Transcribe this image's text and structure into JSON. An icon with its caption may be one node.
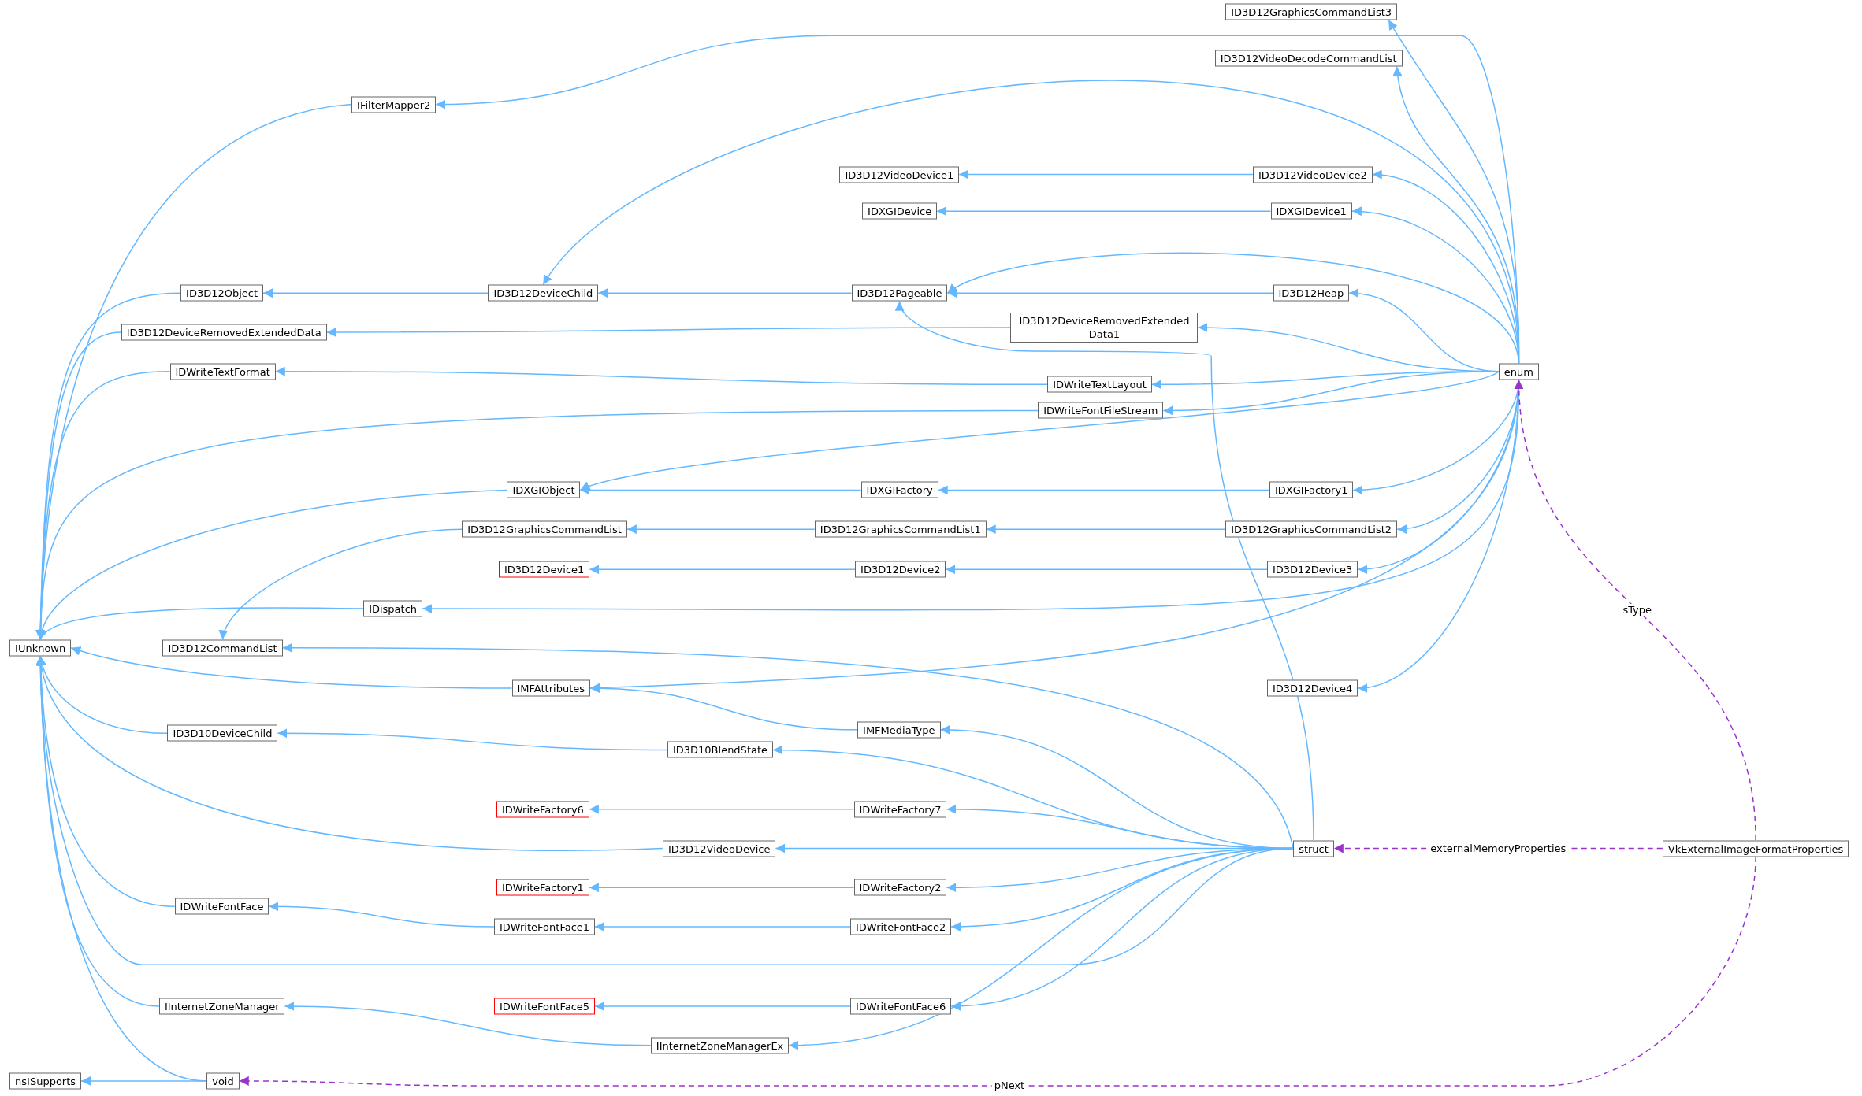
{
  "diagram": {
    "nodes": [
      {
        "text": [
          "ID3D12GraphicsCommandList3"
        ]
      },
      {
        "text": [
          "ID3D12VideoDecodeCommandList"
        ]
      },
      {
        "text": [
          "IFilterMapper2"
        ]
      },
      {
        "text": [
          "ID3D12VideoDevice1"
        ]
      },
      {
        "text": [
          "ID3D12VideoDevice2"
        ]
      },
      {
        "text": [
          "IDXGIDevice"
        ]
      },
      {
        "text": [
          "IDXGIDevice1"
        ]
      },
      {
        "text": [
          "ID3D12Object"
        ]
      },
      {
        "text": [
          "ID3D12DeviceChild"
        ]
      },
      {
        "text": [
          "ID3D12Pageable"
        ]
      },
      {
        "text": [
          "ID3D12Heap"
        ]
      },
      {
        "text": [
          "ID3D12DeviceRemovedExtendedData"
        ]
      },
      {
        "text": [
          "ID3D12DeviceRemovedExtended Data1"
        ]
      },
      {
        "text": [
          "IDWriteTextFormat"
        ]
      },
      {
        "text": [
          "IDWriteTextLayout"
        ]
      },
      {
        "text": [
          "enum"
        ]
      },
      {
        "text": [
          "IDWriteFontFileStream"
        ]
      },
      {
        "text": [
          "IDXGIObject"
        ]
      },
      {
        "text": [
          "IDXGIFactory"
        ]
      },
      {
        "text": [
          "IDXGIFactory1"
        ]
      },
      {
        "text": [
          "ID3D12GraphicsCommandList"
        ]
      },
      {
        "text": [
          "ID3D12GraphicsCommandList1"
        ]
      },
      {
        "text": [
          "ID3D12GraphicsCommandList2"
        ]
      },
      {
        "text": [
          "ID3D12Device1"
        ]
      },
      {
        "text": [
          "ID3D12Device2"
        ]
      },
      {
        "text": [
          "ID3D12Device3"
        ]
      },
      {
        "text": [
          "IDispatch"
        ]
      },
      {
        "text": [
          "IUnknown"
        ]
      },
      {
        "text": [
          "ID3D12CommandList"
        ]
      },
      {
        "text": [
          "IMFAttributes"
        ]
      },
      {
        "text": [
          "ID3D12Device4"
        ]
      },
      {
        "text": [
          "IMFMediaType"
        ]
      },
      {
        "text": [
          "ID3D10DeviceChild"
        ]
      },
      {
        "text": [
          "ID3D10BlendState"
        ]
      },
      {
        "text": [
          "IDWriteFactory6"
        ]
      },
      {
        "text": [
          "IDWriteFactory7"
        ]
      },
      {
        "text": [
          "ID3D12VideoDevice"
        ]
      },
      {
        "text": [
          "struct"
        ]
      },
      {
        "text": [
          "VkExternalImageFormatProperties"
        ]
      },
      {
        "text": [
          "IDWriteFactory1"
        ]
      },
      {
        "text": [
          "IDWriteFactory2"
        ]
      },
      {
        "text": [
          "IDWriteFontFace"
        ]
      },
      {
        "text": [
          "IDWriteFontFace1"
        ]
      },
      {
        "text": [
          "IDWriteFontFace2"
        ]
      },
      {
        "text": [
          "IInternetZoneManager"
        ]
      },
      {
        "text": [
          "IDWriteFontFace5"
        ]
      },
      {
        "text": [
          "IDWriteFontFace6"
        ]
      },
      {
        "text": [
          "IInternetZoneManagerEx"
        ]
      },
      {
        "text": [
          "nsISupports"
        ]
      },
      {
        "text": [
          "void"
        ]
      }
    ],
    "edges": [
      {
        "from": 15,
        "to": 0,
        "arrow": "to"
      },
      {
        "from": 15,
        "to": 1,
        "arrow": "to"
      },
      {
        "from": 15,
        "to": 2,
        "arrow": "to"
      },
      {
        "from": 15,
        "to": 8,
        "arrow": "to"
      },
      {
        "from": 15,
        "to": 4,
        "arrow": "to"
      },
      {
        "from": 15,
        "to": 6,
        "arrow": "to"
      },
      {
        "from": 15,
        "to": 9,
        "arrow": "to"
      },
      {
        "from": 15,
        "to": 10,
        "arrow": "to"
      },
      {
        "from": 15,
        "to": 12,
        "arrow": "to"
      },
      {
        "from": 15,
        "to": 14,
        "arrow": "to"
      },
      {
        "from": 15,
        "to": 16,
        "arrow": "to"
      },
      {
        "from": 15,
        "to": 17,
        "arrow": "to"
      },
      {
        "from": 15,
        "to": 19,
        "arrow": "to"
      },
      {
        "from": 15,
        "to": 22,
        "arrow": "to"
      },
      {
        "from": 15,
        "to": 25,
        "arrow": "to"
      },
      {
        "from": 15,
        "to": 26,
        "arrow": "to"
      },
      {
        "from": 15,
        "to": 29,
        "arrow": "to"
      },
      {
        "from": 15,
        "to": 30,
        "arrow": "to"
      },
      {
        "from": 2,
        "to": 27,
        "arrow": "to"
      },
      {
        "from": 4,
        "to": 3,
        "arrow": "to"
      },
      {
        "from": 6,
        "to": 5,
        "arrow": "to"
      },
      {
        "from": 7,
        "to": 27,
        "arrow": "to"
      },
      {
        "from": 8,
        "to": 7,
        "arrow": "to"
      },
      {
        "from": 9,
        "to": 8,
        "arrow": "to"
      },
      {
        "from": 10,
        "to": 9,
        "arrow": "to"
      },
      {
        "from": 11,
        "to": 27,
        "arrow": "to"
      },
      {
        "from": 12,
        "to": 11,
        "arrow": "to"
      },
      {
        "from": 13,
        "to": 27,
        "arrow": "to"
      },
      {
        "from": 14,
        "to": 13,
        "arrow": "to"
      },
      {
        "from": 16,
        "to": 27,
        "arrow": "to"
      },
      {
        "from": 17,
        "to": 27,
        "arrow": "to"
      },
      {
        "from": 18,
        "to": 17,
        "arrow": "to"
      },
      {
        "from": 19,
        "to": 18,
        "arrow": "to"
      },
      {
        "from": 20,
        "to": 28,
        "arrow": "to"
      },
      {
        "from": 21,
        "to": 20,
        "arrow": "to"
      },
      {
        "from": 22,
        "to": 21,
        "arrow": "to"
      },
      {
        "from": 24,
        "to": 23,
        "arrow": "to"
      },
      {
        "from": 25,
        "to": 24,
        "arrow": "to"
      },
      {
        "from": 26,
        "to": 27,
        "arrow": "to"
      },
      {
        "from": 37,
        "to": 28,
        "arrow": "to"
      },
      {
        "from": 29,
        "to": 27,
        "arrow": "to"
      },
      {
        "from": 31,
        "to": 29,
        "arrow": "to"
      },
      {
        "from": 32,
        "to": 27,
        "arrow": "to"
      },
      {
        "from": 33,
        "to": 32,
        "arrow": "to"
      },
      {
        "from": 35,
        "to": 34,
        "arrow": "to"
      },
      {
        "from": 36,
        "to": 27,
        "arrow": "to"
      },
      {
        "from": 40,
        "to": 39,
        "arrow": "to"
      },
      {
        "from": 41,
        "to": 27,
        "arrow": "to"
      },
      {
        "from": 42,
        "to": 41,
        "arrow": "to"
      },
      {
        "from": 43,
        "to": 42,
        "arrow": "to"
      },
      {
        "from": 44,
        "to": 27,
        "arrow": "to"
      },
      {
        "from": 46,
        "to": 45,
        "arrow": "to"
      },
      {
        "from": 47,
        "to": 44,
        "arrow": "to"
      },
      {
        "from": 49,
        "to": 27,
        "arrow": "to"
      },
      {
        "from": 49,
        "to": 48,
        "arrow": "to"
      },
      {
        "from": 37,
        "to": 9,
        "arrow": "to"
      },
      {
        "from": 37,
        "to": 31,
        "arrow": "to"
      },
      {
        "from": 37,
        "to": 33,
        "arrow": "to"
      },
      {
        "from": 37,
        "to": 35,
        "arrow": "to"
      },
      {
        "from": 37,
        "to": 36,
        "arrow": "to"
      },
      {
        "from": 37,
        "to": 40,
        "arrow": "to"
      },
      {
        "from": 37,
        "to": 43,
        "arrow": "to"
      },
      {
        "from": 37,
        "to": 27,
        "arrow": "to"
      },
      {
        "from": 37,
        "to": 46,
        "arrow": "to"
      },
      {
        "from": 37,
        "to": 47,
        "arrow": "to"
      },
      {
        "from": 38,
        "to": 37,
        "arrow": "to",
        "label": "externalMemoryProperties",
        "style": "dashed",
        "color": "#9a32cd"
      },
      {
        "from": 38,
        "to": 15,
        "arrow": "to",
        "label": "sType",
        "style": "dashed",
        "color": "#9a32cd"
      },
      {
        "from": 38,
        "to": 49,
        "arrow": "to",
        "label": "pNext",
        "style": "dashed",
        "color": "#9a32cd"
      }
    ]
  }
}
